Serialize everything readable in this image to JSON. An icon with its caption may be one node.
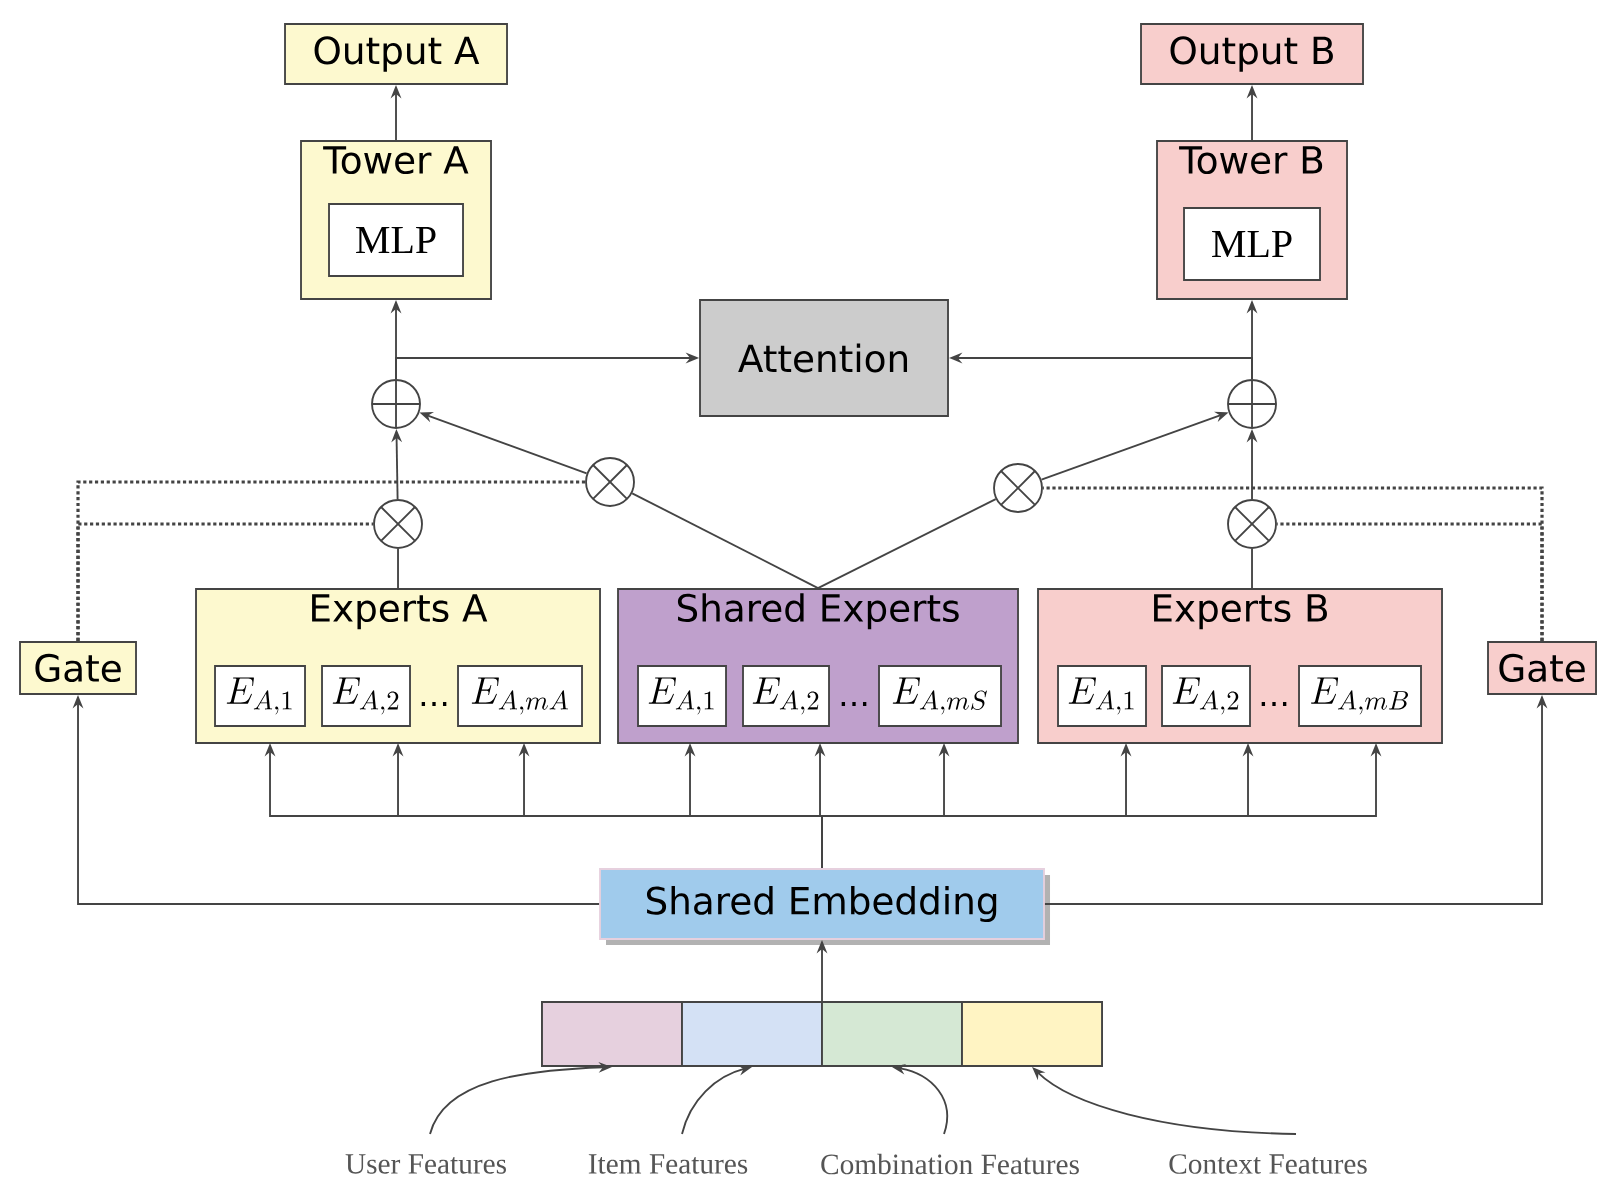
{
  "diagram": {
    "nodes": [
      {
        "text": [
          "Output A"
        ]
      },
      {
        "text": [
          "Tower A"
        ]
      },
      {
        "text": [
          "MLP"
        ],
        "in": 1
      },
      {
        "text": [
          "Output B"
        ]
      },
      {
        "text": [
          "Tower B"
        ]
      },
      {
        "text": [
          "MLP"
        ],
        "in": 4
      },
      {
        "text": [
          "Attention"
        ]
      },
      {
        "text": [],
        "shape": "circle"
      },
      {
        "text": [],
        "shape": "circle"
      },
      {
        "text": [],
        "shape": "circle"
      },
      {
        "text": [],
        "shape": "circle"
      },
      {
        "text": [],
        "shape": "circle"
      },
      {
        "text": [],
        "shape": "circle"
      },
      {
        "text": [
          "Gate"
        ]
      },
      {
        "text": [
          "Experts A"
        ]
      },
      {
        "text": [
          "E_{A,1}"
        ],
        "in": 14
      },
      {
        "text": [
          "E_{A,2}"
        ],
        "in": 14
      },
      {
        "text": [
          "E_{A,mA}"
        ],
        "in": 14
      },
      {
        "text": [
          "Shared Experts"
        ]
      },
      {
        "text": [
          "E_{A,1}"
        ],
        "in": 18
      },
      {
        "text": [
          "E_{A,2}"
        ],
        "in": 18
      },
      {
        "text": [
          "E_{A,mS}"
        ],
        "in": 18
      },
      {
        "text": [
          "Experts B"
        ]
      },
      {
        "text": [
          "E_{A,1}"
        ],
        "in": 22
      },
      {
        "text": [
          "E_{A,2}"
        ],
        "in": 22
      },
      {
        "text": [
          "E_{A,mB}"
        ],
        "in": 22
      },
      {
        "text": [
          "Gate"
        ]
      },
      {
        "text": [
          "Shared Embedding"
        ]
      },
      {
        "text": [],
        "shape": "bar"
      },
      {
        "text": [],
        "shape": "box",
        "in": 28
      },
      {
        "text": [],
        "shape": "box",
        "in": 28
      },
      {
        "text": [],
        "shape": "box",
        "in": 28
      },
      {
        "text": [],
        "shape": "box",
        "in": 28
      },
      {
        "text": [
          "User Features"
        ]
      },
      {
        "text": [
          "Item Features"
        ]
      },
      {
        "text": [
          "Combination Features"
        ]
      },
      {
        "text": [
          "Context Features"
        ]
      }
    ],
    "edges": [
      {
        "from": 1,
        "to": 0,
        "arrow": "to"
      },
      {
        "from": 4,
        "to": 3,
        "arrow": "to"
      },
      {
        "from": 7,
        "to": 1,
        "arrow": "to"
      },
      {
        "from": 7,
        "to": 6,
        "arrow": "to"
      },
      {
        "from": 8,
        "to": 4,
        "arrow": "to"
      },
      {
        "from": 8,
        "to": 6,
        "arrow": "to"
      },
      {
        "from": 11,
        "to": 7,
        "arrow": "to"
      },
      {
        "from": 14,
        "to": 11,
        "arrow": "none"
      },
      {
        "from": 12,
        "to": 8,
        "arrow": "to"
      },
      {
        "from": 22,
        "to": 12,
        "arrow": "none"
      },
      {
        "from": 9,
        "to": 7,
        "arrow": "to"
      },
      {
        "from": 18,
        "to": 9,
        "arrow": "none"
      },
      {
        "from": 10,
        "to": 8,
        "arrow": "to"
      },
      {
        "from": 18,
        "to": 10,
        "arrow": "none"
      },
      {
        "from": 13,
        "to": 11,
        "arrow": "none",
        "style": "dashed"
      },
      {
        "from": 13,
        "to": 9,
        "arrow": "none",
        "style": "dashed"
      },
      {
        "from": 26,
        "to": 12,
        "arrow": "none",
        "style": "dashed"
      },
      {
        "from": 26,
        "to": 10,
        "arrow": "none",
        "style": "dashed"
      },
      {
        "from": 27,
        "to": 13,
        "arrow": "to"
      },
      {
        "from": 27,
        "to": 26,
        "arrow": "to"
      },
      {
        "from": 27,
        "to": 15,
        "arrow": "to"
      },
      {
        "from": 27,
        "to": 16,
        "arrow": "to"
      },
      {
        "from": 27,
        "to": 17,
        "arrow": "to"
      },
      {
        "from": 27,
        "to": 19,
        "arrow": "to"
      },
      {
        "from": 27,
        "to": 20,
        "arrow": "to"
      },
      {
        "from": 27,
        "to": 21,
        "arrow": "to"
      },
      {
        "from": 27,
        "to": 23,
        "arrow": "to"
      },
      {
        "from": 27,
        "to": 24,
        "arrow": "to"
      },
      {
        "from": 27,
        "to": 25,
        "arrow": "to"
      },
      {
        "from": 28,
        "to": 27,
        "arrow": "to"
      },
      {
        "from": 33,
        "to": 29,
        "arrow": "to"
      },
      {
        "from": 34,
        "to": 30,
        "arrow": "to"
      },
      {
        "from": 35,
        "to": 31,
        "arrow": "to"
      },
      {
        "from": 36,
        "to": 32,
        "arrow": "to"
      }
    ],
    "labels": [
      "…",
      "…",
      "…"
    ]
  }
}
